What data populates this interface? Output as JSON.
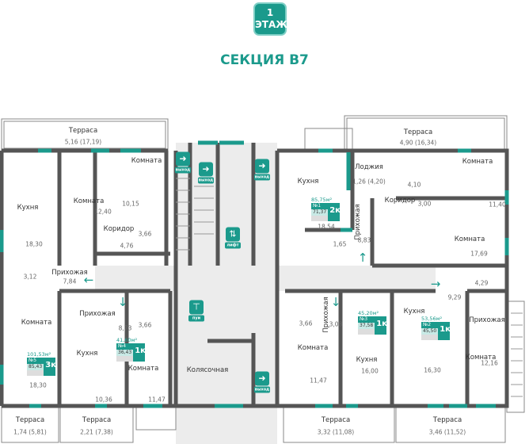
{
  "header": {
    "floor_number": "1",
    "floor_label": "ЭТАЖ",
    "section_title": "СЕКЦИЯ В7"
  },
  "colors": {
    "accent": "#1b9a8c",
    "wall": "#555555",
    "hall": "#ececec"
  },
  "rooms": [
    {
      "name": "Терраса",
      "area": "5,16 (17,19)"
    },
    {
      "name": "Кухня",
      "area": "18,30"
    },
    {
      "name": "Комната",
      "area": "12,40"
    },
    {
      "name": "Комната",
      "area": "10,15"
    },
    {
      "name": "Коридор",
      "area": "4,76"
    },
    {
      "name": "",
      "area": "3,66"
    },
    {
      "name": "",
      "area": "3,12"
    },
    {
      "name": "Прихожая",
      "area": "7,84"
    },
    {
      "name": "Комната",
      "area": "18,30"
    },
    {
      "name": "Прихожая",
      "area": "8,73"
    },
    {
      "name": "",
      "area": "3,66"
    },
    {
      "name": "Кухня",
      "area": "10,36"
    },
    {
      "name": "Комната",
      "area": "11,47"
    },
    {
      "name": "Колясочная",
      "area": ""
    },
    {
      "name": "Терраса",
      "area": "1,74 (5,81)"
    },
    {
      "name": "Терраса",
      "area": "2,21 (7,38)"
    },
    {
      "name": "Терраса",
      "area": "4,90 (16,34)"
    },
    {
      "name": "Кухня",
      "area": "18,54"
    },
    {
      "name": "Лоджия",
      "area": "1,26 (4,20)"
    },
    {
      "name": "",
      "area": "4,10"
    },
    {
      "name": "Комната",
      "area": "11,40"
    },
    {
      "name": "Коридор",
      "area": "3,00"
    },
    {
      "name": "Прихожая",
      "area": "8,83"
    },
    {
      "name": "",
      "area": "1,65"
    },
    {
      "name": "Комната",
      "area": "17,69"
    },
    {
      "name": "",
      "area": "4,29"
    },
    {
      "name": "",
      "area": "9,29"
    },
    {
      "name": "Прихожая",
      "area": ""
    },
    {
      "name": "Кухня",
      "area": "16,30"
    },
    {
      "name": "Комната",
      "area": "12,16"
    },
    {
      "name": "Кухня",
      "area": "16,00"
    },
    {
      "name": "Прихожая",
      "area": "3,08"
    },
    {
      "name": "",
      "area": "3,66"
    },
    {
      "name": "Комната",
      "area": "11,47"
    },
    {
      "name": "Терраса",
      "area": "3,32 (11,08)"
    },
    {
      "name": "Терраса",
      "area": "3,46 (11,52)"
    }
  ],
  "signs": {
    "exit": "выход",
    "lift": "лифт",
    "pui": "пуи"
  },
  "apartments": [
    {
      "number": "№1",
      "rooms": "2к",
      "total": "85,75м²",
      "living": "71,37"
    },
    {
      "number": "№5",
      "rooms": "3к",
      "total": "101,53м²",
      "living": "85,43"
    },
    {
      "number": "№4",
      "rooms": "1к",
      "total": "41,60м²",
      "living": "36,43"
    },
    {
      "number": "№3",
      "rooms": "1к",
      "total": "45,20м²",
      "living": "37,58"
    },
    {
      "number": "№2",
      "rooms": "1к",
      "total": "53,56м²",
      "living": "45,50"
    }
  ]
}
